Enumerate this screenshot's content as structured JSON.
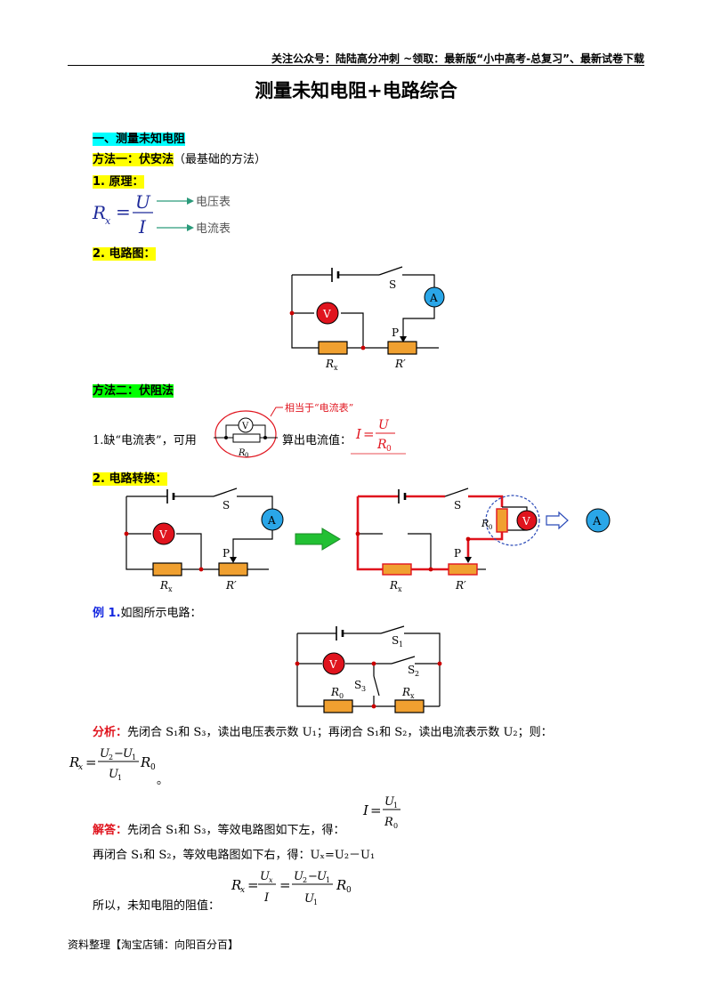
{
  "header": {
    "text": "关注公众号：陆陆高分冲刺  ~领取：最新版“小中高考-总复习”、最新试卷下载"
  },
  "title": "测量未知电阻+电路综合",
  "section1": {
    "heading": "一、测量未知电阻"
  },
  "method1": {
    "label": "方法一：伏安法",
    "note": "（最基础的方法）"
  },
  "principle": {
    "label": "1. 原理：",
    "voltmeter_label": "电压表",
    "ammeter_label": "电流表"
  },
  "circuit_label": "2. 电路图：",
  "method2": {
    "label": "方法二：伏阻法"
  },
  "missing_ammeter": {
    "text": "1.缺“电流表”，可用",
    "equivalent_note": "相当于“电流表”",
    "compute_text": "算出电流值："
  },
  "conversion_label": "2. 电路转换：",
  "example": {
    "label": "例 1.",
    "text": "如图所示电路："
  },
  "analysis": {
    "label": "分析：",
    "text": "先闭合 S₁和 S₃，读出电压表示数 U₁；再闭合 S₁和 S₂，读出电流表示数 U₂；则："
  },
  "answer": {
    "label": "解答：",
    "line1": "先闭合 S₁和 S₃，等效电路图如下左，得：",
    "line2": "再闭合 S₁和 S₂，等效电路图如下右，得：Uₓ=U₂－U₁",
    "line3": "所以，未知电阻的阻值："
  },
  "period": "。",
  "footer": "资料整理【淘宝店铺：向阳百分百】",
  "circuit_labels": {
    "S": "S",
    "A": "A",
    "V": "V",
    "P": "P",
    "Rx": "R",
    "Rx_sub": "x",
    "Rp": "R′",
    "R0": "R",
    "R0_sub": "0",
    "S1": "S",
    "S1_sub": "1",
    "S2": "S",
    "S2_sub": "2",
    "S3": "S",
    "S3_sub": "3"
  },
  "colors": {
    "resistor": "#f0a030",
    "meter_red": "#e0141e",
    "meter_blue": "#2aa6e8",
    "wire_red": "#e0141e",
    "arrow_green": "#22c033",
    "arrow_teal": "#2a9a7a"
  }
}
